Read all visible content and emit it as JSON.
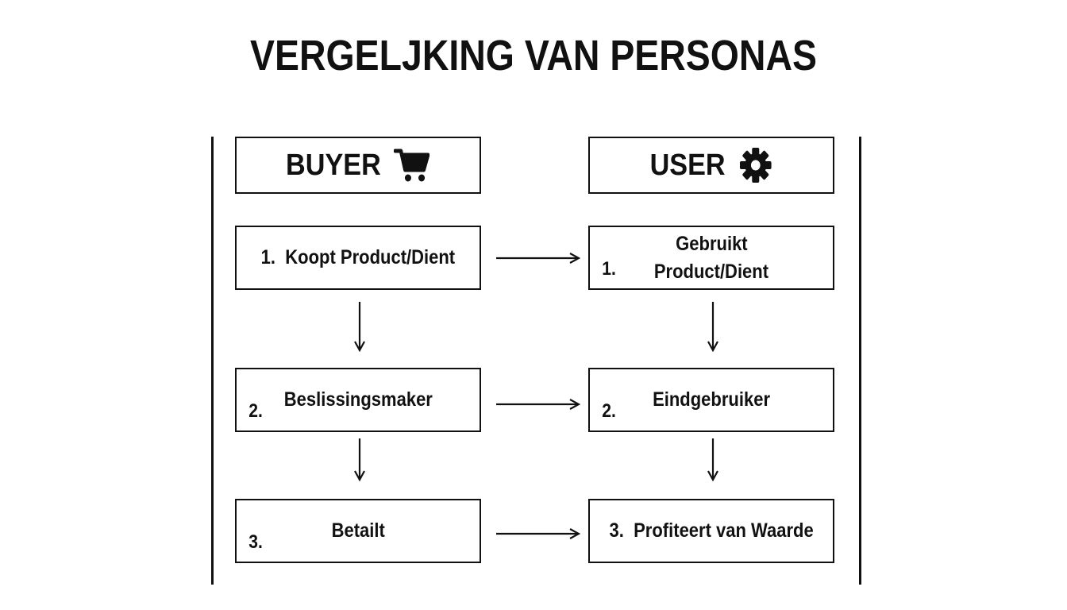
{
  "title": "VERGELJKING VAN PERSONAS",
  "buyer": {
    "header": "BUYER",
    "header_icon": "shopping-cart-icon",
    "steps": [
      {
        "number": "1.",
        "label": "Koopt Product/Dient"
      },
      {
        "number": "2.",
        "label": "Beslissingsmaker"
      },
      {
        "number": "3.",
        "label": "Betailt"
      }
    ]
  },
  "user": {
    "header": "USER",
    "header_icon": "gear-icon",
    "steps": [
      {
        "number": "1.",
        "label_line1": "Gebruikt",
        "label_line2": "Product/Dient"
      },
      {
        "number": "2.",
        "label": "Eindgebruiker"
      },
      {
        "number": "3.",
        "label": "Profiteert van Waarde"
      }
    ]
  },
  "colors": {
    "ink": "#111111",
    "background": "#ffffff"
  }
}
